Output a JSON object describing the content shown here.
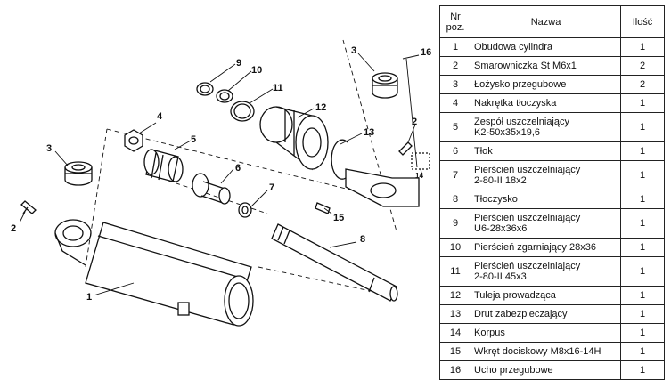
{
  "table": {
    "headers": {
      "nr": "Nr\npoz.",
      "name": "Nazwa",
      "qty": "Ilość"
    },
    "rows": [
      {
        "nr": "1",
        "name": "Obudowa cylindra",
        "qty": "1"
      },
      {
        "nr": "2",
        "name": "Smarowniczka St M6x1",
        "qty": "2"
      },
      {
        "nr": "3",
        "name": "Łożysko przegubowe",
        "qty": "2"
      },
      {
        "nr": "4",
        "name": "Nakrętka tłoczyska",
        "qty": "1"
      },
      {
        "nr": "5",
        "name": "Zespół uszczelniający\nK2-50x35x19,6",
        "qty": "1"
      },
      {
        "nr": "6",
        "name": "Tłok",
        "qty": "1"
      },
      {
        "nr": "7",
        "name": "Pierścień uszczelniający\n2-80-II 18x2",
        "qty": "1"
      },
      {
        "nr": "8",
        "name": "Tłoczysko",
        "qty": "1"
      },
      {
        "nr": "9",
        "name": "Pierścień uszczelniający\nU6-28x36x6",
        "qty": "1"
      },
      {
        "nr": "10",
        "name": "Pierścień zgarniający 28x36",
        "qty": "1"
      },
      {
        "nr": "11",
        "name": "Pierścień uszczelniający\n2-80-II 45x3",
        "qty": "1"
      },
      {
        "nr": "12",
        "name": "Tuleja prowadząca",
        "qty": "1"
      },
      {
        "nr": "13",
        "name": "Drut zabezpieczający",
        "qty": "1"
      },
      {
        "nr": "14",
        "name": "Korpus",
        "qty": "1"
      },
      {
        "nr": "15",
        "name": "Wkręt dociskowy M8x16-14H",
        "qty": "1"
      },
      {
        "nr": "16",
        "name": "Ucho przegubowe",
        "qty": "1"
      }
    ]
  },
  "drawing": {
    "callouts": [
      "1",
      "2",
      "3",
      "4",
      "5",
      "6",
      "7",
      "8",
      "9",
      "10",
      "11",
      "12",
      "13",
      "14",
      "15",
      "16",
      "2",
      "3"
    ]
  }
}
